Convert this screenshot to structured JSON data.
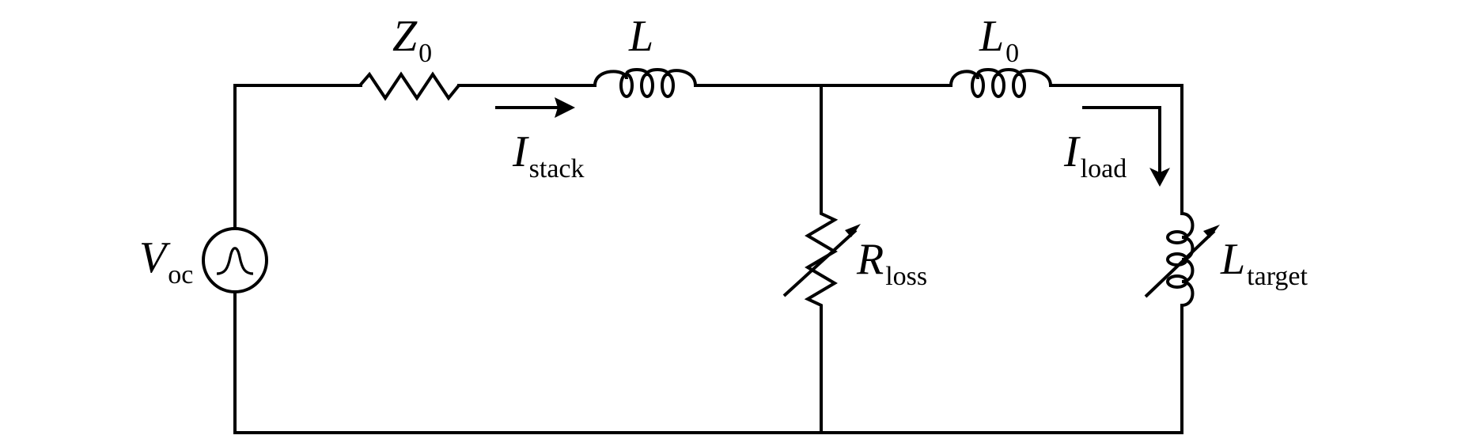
{
  "diagram": {
    "type": "circuit-schematic",
    "labels": {
      "z0": {
        "main": "Z",
        "sub": "0"
      },
      "l": {
        "main": "L",
        "sub": ""
      },
      "l0": {
        "main": "L",
        "sub": "0"
      },
      "istack": {
        "main": "I",
        "sub": "stack"
      },
      "iload": {
        "main": "I",
        "sub": "load"
      },
      "voc": {
        "main": "V",
        "sub": "oc"
      },
      "rloss": {
        "main": "R",
        "sub": "loss"
      },
      "ltarget": {
        "main": "L",
        "sub": "target"
      }
    },
    "components": [
      {
        "id": "voc",
        "kind": "voltage-source",
        "symbol": "gaussian-pulse"
      },
      {
        "id": "z0",
        "kind": "resistor"
      },
      {
        "id": "l",
        "kind": "inductor"
      },
      {
        "id": "l0",
        "kind": "inductor"
      },
      {
        "id": "rloss",
        "kind": "variable-resistor"
      },
      {
        "id": "ltarget",
        "kind": "variable-inductor"
      }
    ],
    "currents": [
      {
        "id": "istack",
        "direction": "right"
      },
      {
        "id": "iload",
        "direction": "down"
      }
    ],
    "colors": {
      "stroke": "#000000",
      "background": "#ffffff"
    }
  }
}
